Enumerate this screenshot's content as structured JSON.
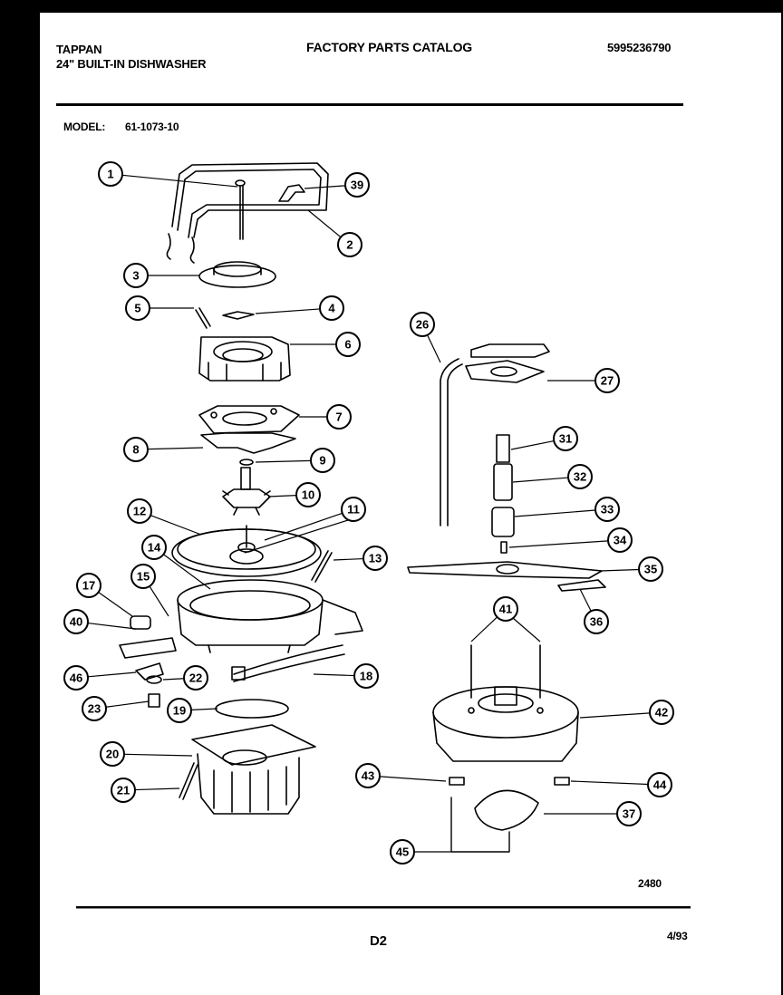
{
  "header": {
    "brand": "TAPPAN",
    "product": "24\" BUILT-IN DISHWASHER",
    "catalog_title": "FACTORY PARTS CATALOG",
    "catalog_number": "5995236790",
    "model_label": "MODEL:",
    "model_number": "61-1073-10"
  },
  "footer": {
    "diagram_code": "2480",
    "page_code": "D2",
    "date": "4/93"
  },
  "callouts": [
    {
      "num": "1"
    },
    {
      "num": "39"
    },
    {
      "num": "2"
    },
    {
      "num": "3"
    },
    {
      "num": "5"
    },
    {
      "num": "4"
    },
    {
      "num": "6"
    },
    {
      "num": "7"
    },
    {
      "num": "8"
    },
    {
      "num": "9"
    },
    {
      "num": "10"
    },
    {
      "num": "12"
    },
    {
      "num": "11"
    },
    {
      "num": "14"
    },
    {
      "num": "13"
    },
    {
      "num": "17"
    },
    {
      "num": "15"
    },
    {
      "num": "40"
    },
    {
      "num": "46"
    },
    {
      "num": "22"
    },
    {
      "num": "18"
    },
    {
      "num": "23"
    },
    {
      "num": "19"
    },
    {
      "num": "20"
    },
    {
      "num": "21"
    },
    {
      "num": "26"
    },
    {
      "num": "27"
    },
    {
      "num": "31"
    },
    {
      "num": "32"
    },
    {
      "num": "33"
    },
    {
      "num": "34"
    },
    {
      "num": "35"
    },
    {
      "num": "36"
    },
    {
      "num": "41"
    },
    {
      "num": "42"
    },
    {
      "num": "43"
    },
    {
      "num": "44"
    },
    {
      "num": "37"
    },
    {
      "num": "45"
    }
  ]
}
